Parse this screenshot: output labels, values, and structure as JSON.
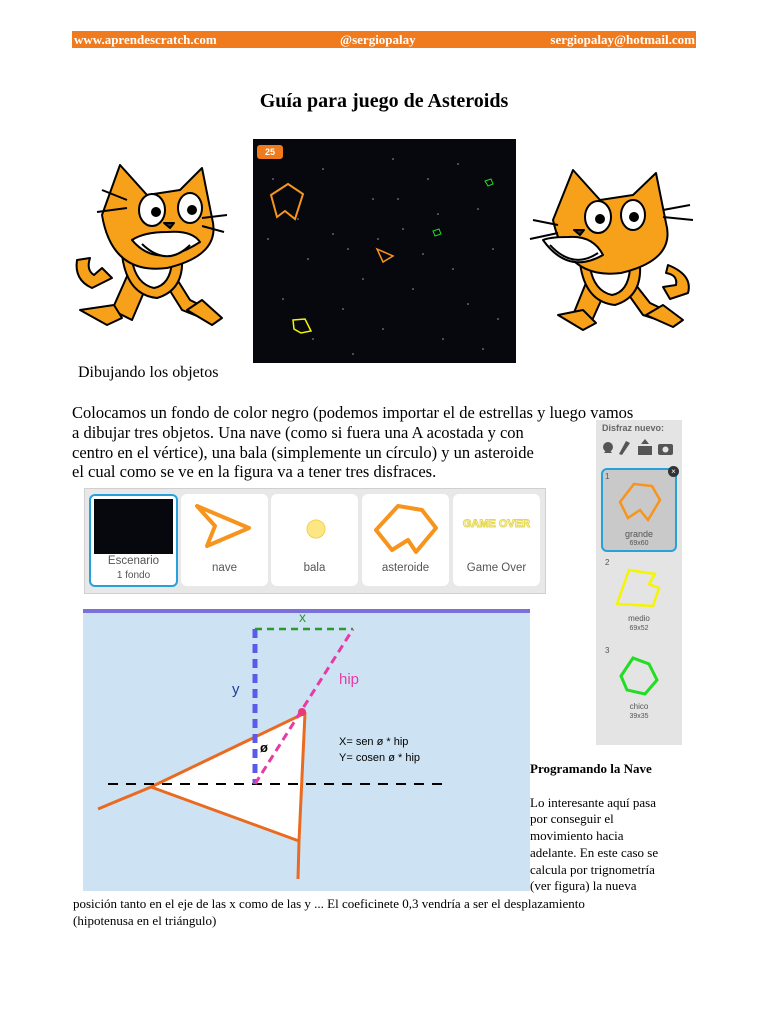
{
  "header": {
    "website": "www.aprendescratch.com",
    "handle": "@sergiopalay",
    "email": "sergiopalay@hotmail.com",
    "color": "#f07a1e"
  },
  "title": "Guía para juego de Asteroids",
  "stage": {
    "score": "25"
  },
  "section1_heading": "Dibujando los objetos",
  "intro_lines": [
    "Colocamos un fondo de color negro (podemos importar el de estrellas y luego vamos",
    "a dibujar tres objetos. Una nave (como si fuera una A acostada y con",
    "centro en el vértice), una bala (simplemente un círculo) y un asteroide",
    "el cual como se ve en la figura va a tener tres disfraces."
  ],
  "sprites": {
    "stage_label": "Escenario",
    "stage_sub": "1 fondo",
    "items": [
      "nave",
      "bala",
      "asteroide",
      "Game Over"
    ],
    "game_over_text": "GAME OVER"
  },
  "costume_panel": {
    "heading": "Disfraz nuevo:",
    "costumes": [
      {
        "num": "1",
        "name": "grande",
        "size": "69x60",
        "color": "#f7941d"
      },
      {
        "num": "2",
        "name": "medio",
        "size": "69x52",
        "color": "#f5f500"
      },
      {
        "num": "3",
        "name": "chico",
        "size": "39x35",
        "color": "#22dd22"
      }
    ]
  },
  "diagram": {
    "label_x": "x",
    "label_y": "y",
    "label_hip": "hip",
    "label_angle": "ø",
    "formula1": "X= sen ø * hip",
    "formula2": "Y= cosen ø * hip"
  },
  "section2_heading": "Programando la Nave",
  "side_lines": [
    "Lo interesante aquí pasa",
    "por conseguir el",
    "movimiento hacia",
    "adelante. En este caso se",
    "calcula por trignometría",
    "(ver figura) la nueva"
  ],
  "bottom_lines": [
    "posición tanto en el eje de las x como de las y ... El coeficinete 0,3 vendría a ser el desplazamiento",
    "(hipotenusa en el triángulo)"
  ]
}
